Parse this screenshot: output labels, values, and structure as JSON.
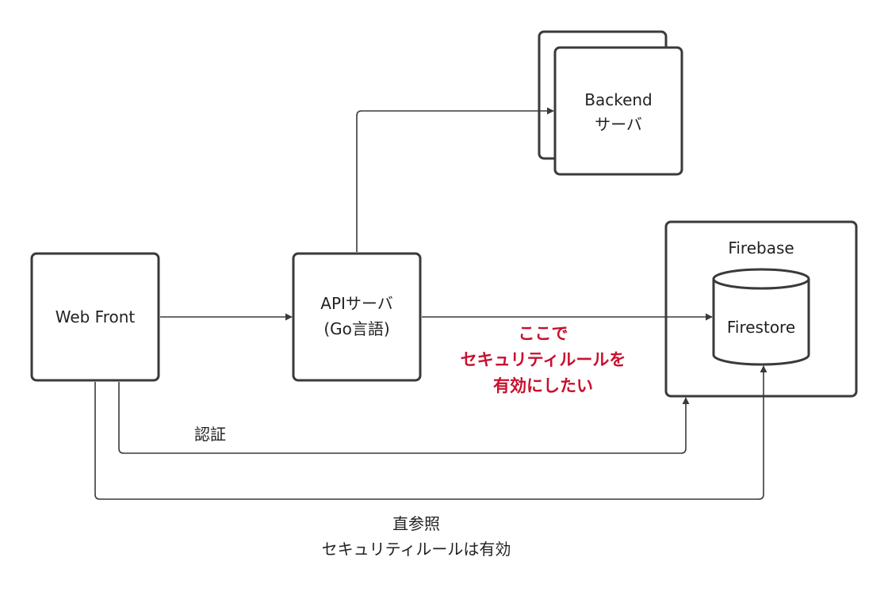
{
  "nodes": {
    "web_front": "Web Front",
    "api_server": [
      "APIサーバ",
      "(Go言語)"
    ],
    "backend": [
      "Backend",
      "サーバ"
    ],
    "firebase": "Firebase",
    "firestore": "Firestore"
  },
  "edges": {
    "auth": "認証",
    "direct_ref": [
      "直参照",
      "セキュリティルールは有効"
    ]
  },
  "note": [
    "ここで",
    "セキュリティルールを",
    "有効にしたい"
  ],
  "colors": {
    "stroke": "#3a3a3a",
    "note": "#c8102e"
  }
}
